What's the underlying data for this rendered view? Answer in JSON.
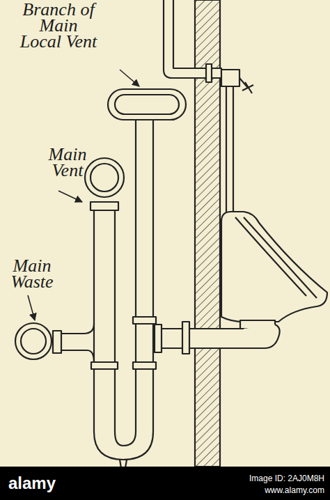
{
  "diagram": {
    "labels": [
      "Branch of Main Local Vent",
      "Main Vent",
      "Main Waste",
      "alamy",
      "Image ID: 2AJ0M8H",
      "www.alamy.com"
    ]
  }
}
